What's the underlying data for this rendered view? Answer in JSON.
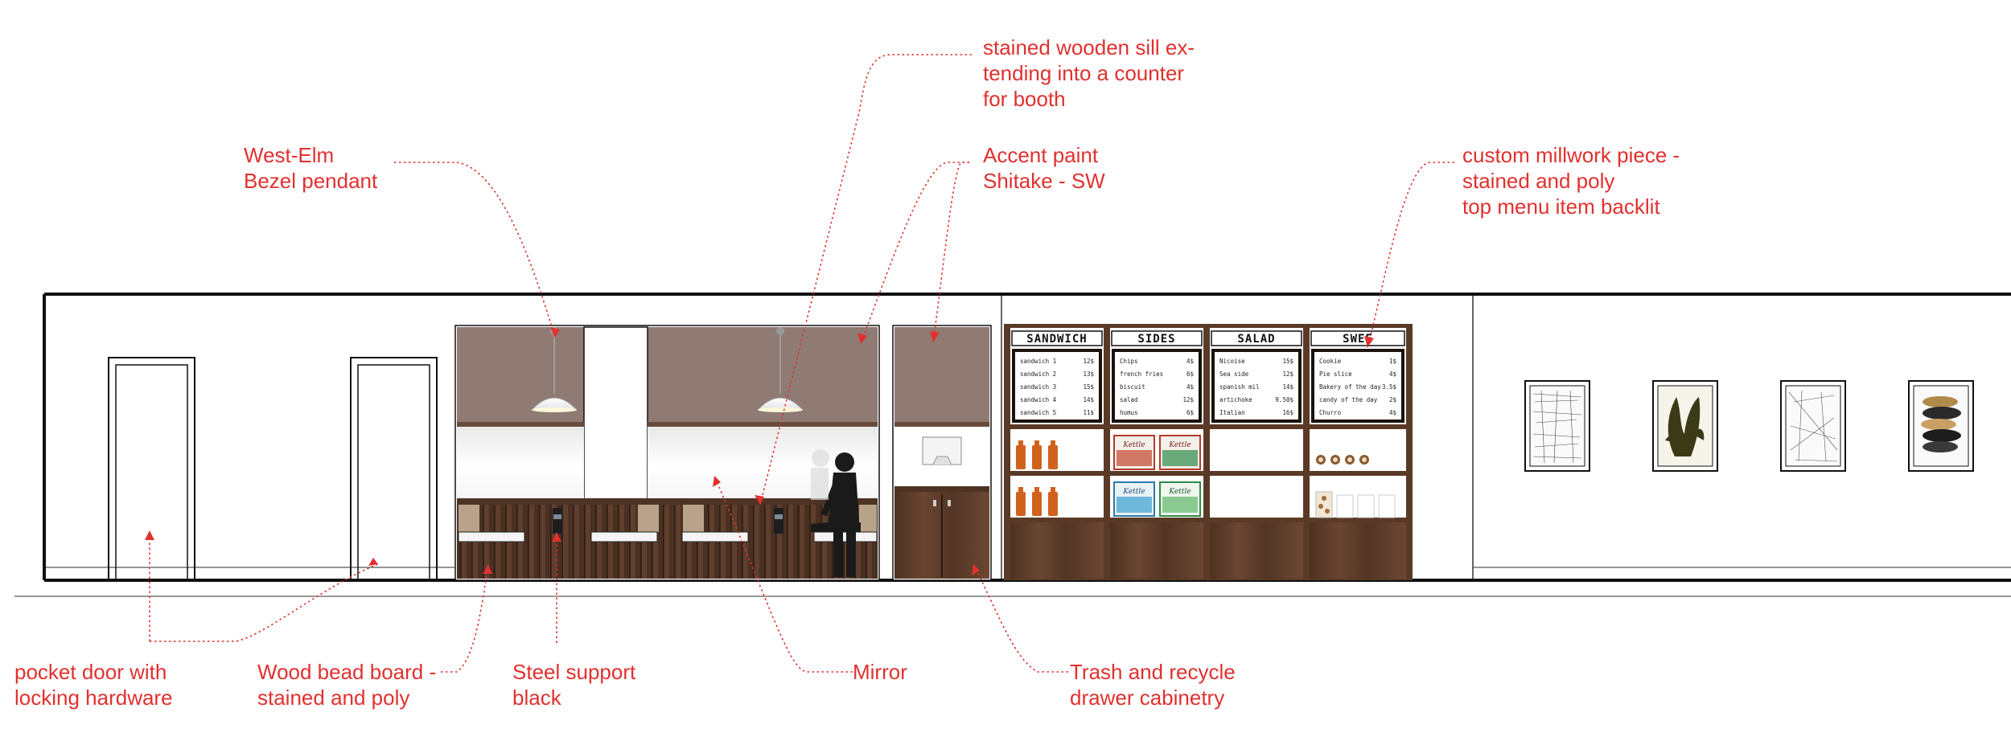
{
  "annotations": {
    "sill": [
      "stained wooden sill ex-",
      "tending into a counter",
      "for booth"
    ],
    "pendant": [
      "West-Elm",
      "Bezel pendant"
    ],
    "accent_paint": [
      "Accent paint",
      "Shitake - SW"
    ],
    "millwork": [
      "custom millwork piece -",
      "stained and poly",
      "top menu item backlit"
    ],
    "pocket_door": [
      "pocket door with",
      "locking hardware"
    ],
    "bead_board": [
      "Wood bead board -",
      "stained and poly"
    ],
    "steel_support": [
      "Steel support",
      "black"
    ],
    "mirror": "Mirror",
    "trash": [
      "Trash and recycle",
      "drawer cabinetry"
    ]
  },
  "menu_boards": [
    {
      "title": "SANDWICH",
      "rows": [
        [
          "sandwich 1",
          "12$"
        ],
        [
          "sandwich 2",
          "13$"
        ],
        [
          "sandwich 3",
          "15$"
        ],
        [
          "sandwich 4",
          "14$"
        ],
        [
          "sandwich 5",
          "11$"
        ]
      ]
    },
    {
      "title": "SIDES",
      "rows": [
        [
          "Chips",
          "4$"
        ],
        [
          "french fries",
          "6$"
        ],
        [
          "biscuit",
          "4$"
        ],
        [
          "salad",
          "12$"
        ],
        [
          "humus",
          "6$"
        ]
      ]
    },
    {
      "title": "SALAD",
      "rows": [
        [
          "Nicoise",
          "15$"
        ],
        [
          "Sea side",
          "12$"
        ],
        [
          "spanish mil",
          "14$"
        ],
        [
          "artichoke",
          "9.50$"
        ],
        [
          "Italian",
          "16$"
        ]
      ]
    },
    {
      "title": "SWEE",
      "rows": [
        [
          "Cookie",
          "1$"
        ],
        [
          "Pie slice",
          "4$"
        ],
        [
          "Bakery of the day",
          "3.5$"
        ],
        [
          "candy of the day",
          "2$"
        ],
        [
          "Churro",
          "4$"
        ]
      ]
    }
  ],
  "snack_label": "Kettle",
  "colors": {
    "annotation": "#e0312f",
    "accent_paint": "#8f7b74",
    "walnut": "#5a3a27",
    "wall": "#ffffff",
    "outline": "#111111"
  }
}
